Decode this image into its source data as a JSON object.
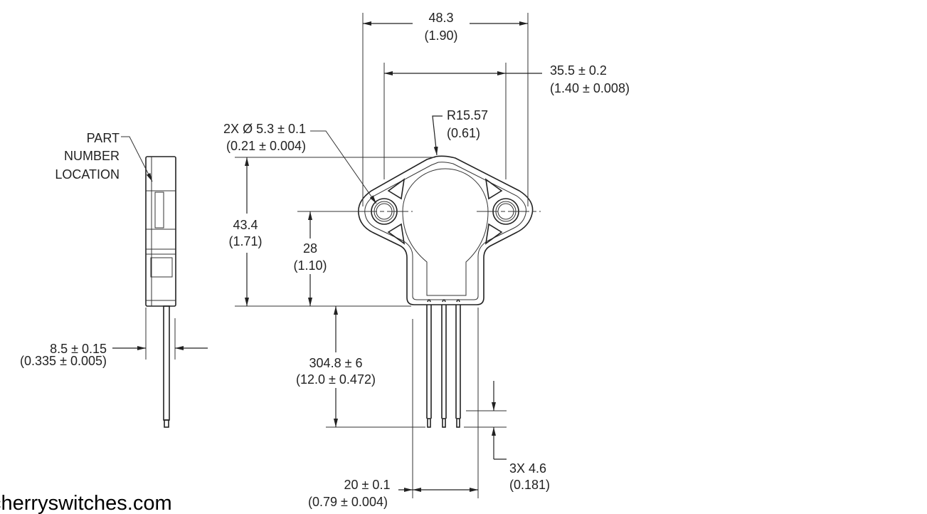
{
  "side_view": {
    "label_lines": [
      "PART",
      "NUMBER",
      "LOCATION"
    ],
    "thickness": [
      "8.5 ± 0.15",
      "(0.335 ± 0.005)"
    ]
  },
  "front_view": {
    "overall_width": [
      "48.3",
      "(1.90)"
    ],
    "hole_spacing": [
      "35.5 ± 0.2",
      "(1.40 ± 0.008)"
    ],
    "radius": [
      "R15.57",
      "(0.61)"
    ],
    "hole_diameter": [
      "2X Ø 5.3 ± 0.1",
      "(0.21 ± 0.004)"
    ],
    "overall_height": [
      "43.4",
      "(1.71)"
    ],
    "hole_height": [
      "28",
      "(1.10)"
    ],
    "lead_length": [
      "304.8 ± 6",
      "(12.0 ± 0.472)"
    ],
    "strip_length": [
      "3X 4.6",
      "(0.181)"
    ],
    "lead_span": [
      "20 ± 0.1",
      "(0.79 ± 0.004)"
    ]
  },
  "footer": {
    "website": "cherryswitches.com"
  }
}
